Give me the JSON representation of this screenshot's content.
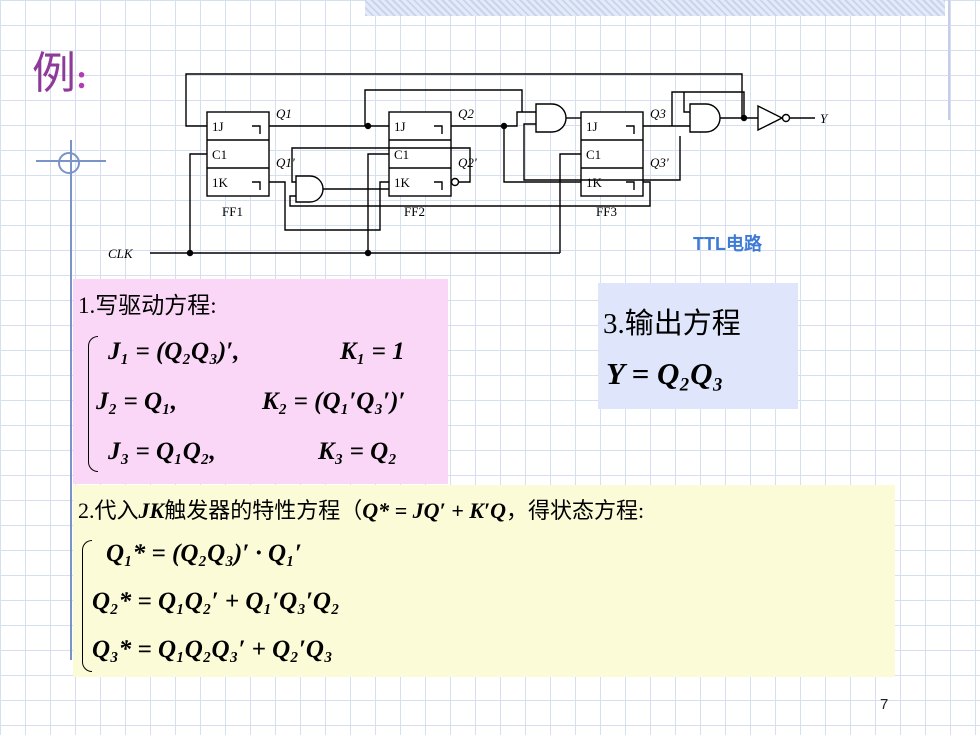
{
  "title": "例",
  "title_colon": ":",
  "circuit": {
    "ff_labels": [
      "FF1",
      "FF2",
      "FF3"
    ],
    "pin_1j": "1J",
    "pin_c1": "C1",
    "pin_1k": "1K",
    "q_labels": [
      "Q1",
      "Q2",
      "Q3"
    ],
    "qn_labels": [
      "Q1'",
      "Q2'",
      "Q3'"
    ],
    "clk": "CLK",
    "y": "Y",
    "note": "TTL电路"
  },
  "section1": {
    "heading": "1.写驱动方程:",
    "eqs": [
      {
        "j": "J₁ = (Q₂Q₃)′,",
        "k": "K₁ = 1"
      },
      {
        "j": "J₂ = Q₁,",
        "k": "K₂ = (Q₁′Q₃′)′"
      },
      {
        "j": "J₃ = Q₁Q₂,",
        "k": "K₃ = Q₂"
      }
    ]
  },
  "section3": {
    "heading": "3.输出方程",
    "eq": "Y = Q₂Q₃"
  },
  "section2": {
    "heading_a": "2.代入",
    "heading_b": "JK",
    "heading_c": "触发器的特性方程（",
    "heading_d": "Q* = JQ′ + K′Q",
    "heading_e": "，得状态方程:",
    "eqs": [
      "Q₁* = (Q₂Q₃)′ · Q₁′",
      "Q₂* = Q₁Q₂′ + Q₁′Q₃′Q₂",
      "Q₃* = Q₁Q₂Q₃′ + Q₂′Q₃"
    ]
  },
  "page_number": "7"
}
